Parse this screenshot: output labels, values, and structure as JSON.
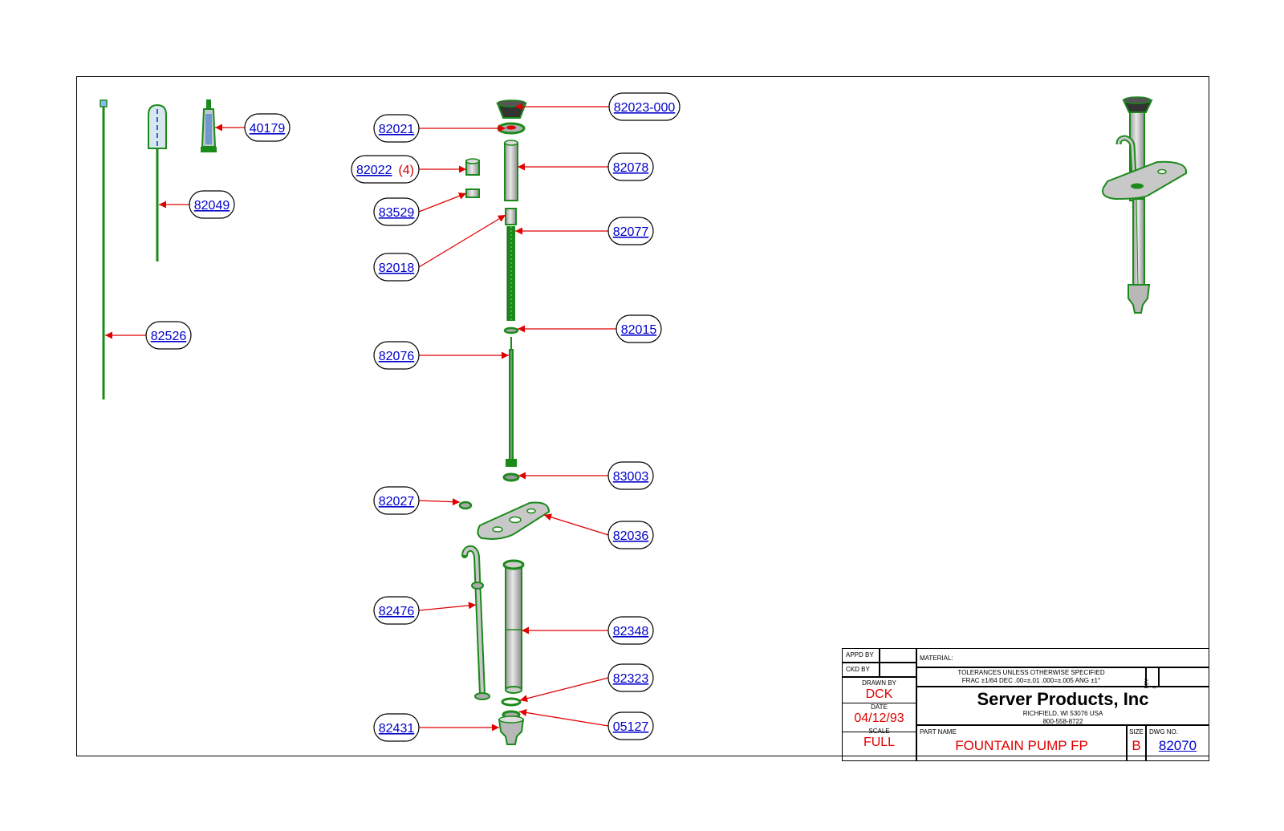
{
  "callouts": [
    {
      "id": "82023-000",
      "label": "82023-000"
    },
    {
      "id": "82021",
      "label": "82021"
    },
    {
      "id": "82022",
      "label": "82022",
      "qty": "(4)"
    },
    {
      "id": "83529",
      "label": "83529"
    },
    {
      "id": "82078",
      "label": "82078"
    },
    {
      "id": "82077",
      "label": "82077"
    },
    {
      "id": "82018",
      "label": "82018"
    },
    {
      "id": "82015",
      "label": "82015"
    },
    {
      "id": "82076",
      "label": "82076"
    },
    {
      "id": "83003",
      "label": "83003"
    },
    {
      "id": "82027",
      "label": "82027"
    },
    {
      "id": "82036",
      "label": "82036"
    },
    {
      "id": "82476",
      "label": "82476"
    },
    {
      "id": "82348",
      "label": "82348"
    },
    {
      "id": "82323",
      "label": "82323"
    },
    {
      "id": "05127",
      "label": "05127"
    },
    {
      "id": "82431",
      "label": "82431"
    },
    {
      "id": "40179",
      "label": "40179"
    },
    {
      "id": "82049",
      "label": "82049"
    },
    {
      "id": "82526",
      "label": "82526"
    }
  ],
  "title_block": {
    "appd_by_label": "APPD BY",
    "ckd_by_label": "CKD BY",
    "drawn_by_label": "DRAWN BY",
    "drawn_by": "DCK",
    "date_label": "DATE",
    "date": "04/12/93",
    "scale_label": "SCALE",
    "scale": "FULL",
    "material_label": "MATERIAL:",
    "tolerances_line1": "TOLERANCES UNLESS OTHERWISE SPECIFIED",
    "tolerances_line2": "FRAC ±1/64 DEC .00=±.01 .000=±.005 ANG ±1°",
    "rev_label": "REV #",
    "company": "Server Products, Inc",
    "address": "RICHFIELD, WI 53076 USA",
    "phone": "800-558-8722",
    "part_name_label": "PART NAME",
    "part_name": "FOUNTAIN PUMP FP",
    "size_label": "SIZE",
    "size": "B",
    "dwg_no_label": "DWG NO.",
    "dwg_no": "82070"
  },
  "colors": {
    "part_green": "#1a8a1a",
    "part_fill": "#c8c8c8",
    "leader_red": "#e00000",
    "callout_blue": "#0000cc"
  }
}
